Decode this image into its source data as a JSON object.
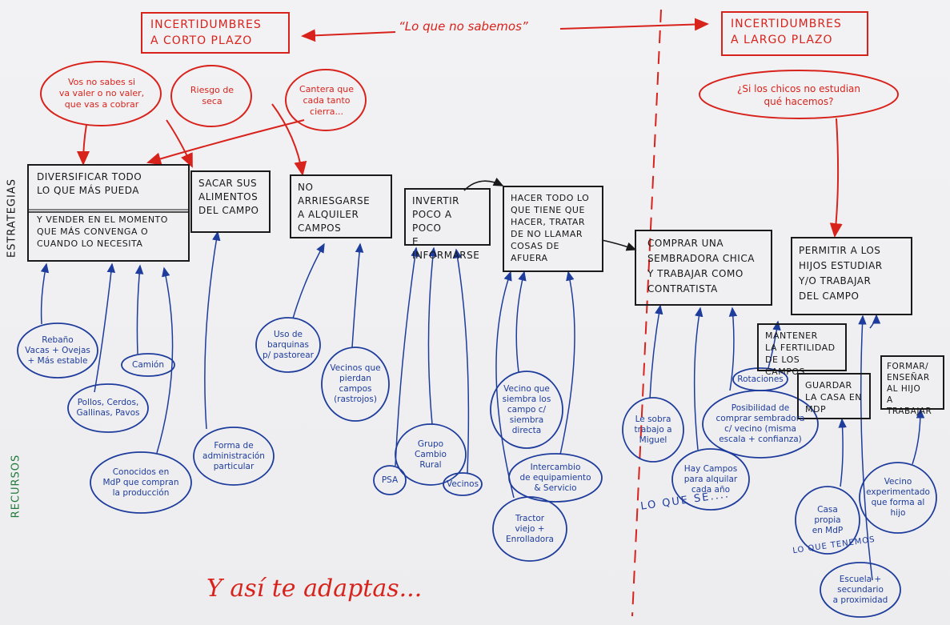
{
  "header": {
    "short_term": "INCERTIDUMBRES\nA CORTO PLAZO",
    "center": "“Lo que no sabemos”",
    "long_term": "INCERTIDUMBRES\nA LARGO PLAZO"
  },
  "side_labels": {
    "strategies": "ESTRATEGIAS",
    "resources": "RECURSOS"
  },
  "uncertainties": [
    "Vos no sabes si\nva valer o no valer,\nque vas a cobrar",
    "Riesgo de\nseca",
    "Cantera que\ncada tanto\ncierra...",
    "¿Si los chicos no estudian\nqué hacemos?"
  ],
  "strategies": {
    "diversificar_top": "DIVERSIFICAR TODO\nLO QUE MÁS PUEDA",
    "diversificar_bottom": "Y VENDER EN EL MOMENTO\nQUE MÁS CONVENGA O\nCUANDO LO NECESITA",
    "sacar": "SACAR SUS\nALIMENTOS\nDEL CAMPO",
    "no_arriesgarse": "NO ARRIESGARSE\nA ALQUILER\nCAMPOS",
    "invertir": "INVERTIR\nPOCO A POCO\nE INFORMARSE",
    "hacer_todo": "HACER TODO LO\nQUE TIENE QUE\nHACER, TRATAR\nDE NO LLAMAR\nCOSAS DE AFUERA",
    "comprar": "COMPRAR UNA\nSEMBRADORA CHICA\nY TRABAJAR COMO\nCONTRATISTA",
    "permitir": "PERMITIR A LOS\nHIJOS ESTUDIAR\nY/O TRABAJAR\nDEL CAMPO",
    "mantener": "MANTENER\nLA FERTILIDAD\nDE LOS CAMPOS",
    "guardar": "GUARDAR\nLA CASA EN\nMDP",
    "formar": "FORMAR/\nENSEÑAR\nAL HIJO\nA TRABAJAR"
  },
  "resources": {
    "rebano": "Rebaño\nVacas + Ovejas\n+ Más estable",
    "camion": "Camión",
    "pollos": "Pollos, Cerdos,\nGallinas, Pavos",
    "conocidos": "Conocidos en\nMdP que compran\nla producción",
    "forma": "Forma de\nadministración\nparticular",
    "uso": "Uso de\nbarquinas\np/ pastorear",
    "vecinos_pierdan": "Vecinos que\npierdan\ncampos\n(rastrojos)",
    "psa": "PSA",
    "grupo": "Grupo Cambio\nRural",
    "vecinos": "Vecinos",
    "vecino_siembra": "Vecino que\nsiembra los\ncampo c/\nsiembra\ndirecta",
    "intercambio": "Intercambio\nde equipamiento\n& Servicio",
    "tractor": "Tractor\nviejo +\nEnrolladora",
    "le_sobra": "Le sobra\ntrabajo a\nMiguel",
    "hay_campos": "Hay Campos\npara alquilar\ncada año",
    "posibilidad": "Posibilidad de\ncomprar sembradora\nc/ vecino (misma\nescala + confianza)",
    "rotaciones": "Rotaciones",
    "casa": "Casa\npropia\nen MdP",
    "escuela": "Escuela +\nsecundario\na proximidad",
    "vecino_exp": "Vecino\nexperimentado\nque forma al\nhijo"
  },
  "annotations": {
    "lo_que_se": "LO  QUE  SE....",
    "lo_que_tenemos": "LO QUE TENEMOS",
    "footer": "Y así te adaptas..."
  },
  "colors": {
    "red": "#d8231c",
    "blue": "#1e3c9c",
    "ink": "#181818",
    "green": "#1f7a3a"
  }
}
